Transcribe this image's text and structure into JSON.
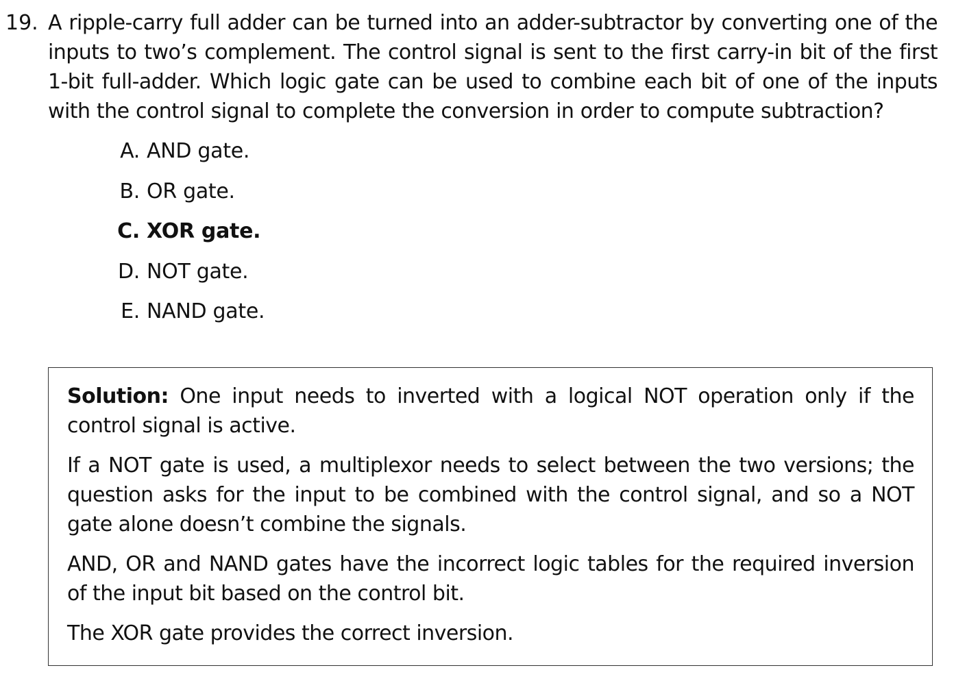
{
  "question": {
    "number": "19.",
    "text": "A ripple-carry full adder can be turned into an adder-subtractor by converting one of the inputs to two’s complement. The control signal is sent to the first carry-in bit of the first 1-bit full-adder. Which logic gate can be used to combine each bit of one of the inputs with the control signal to complete the conversion in order to compute subtraction?",
    "options": [
      {
        "letter": "A.",
        "text": "AND gate."
      },
      {
        "letter": "B.",
        "text": "OR gate."
      },
      {
        "letter": "C.",
        "text": "XOR gate."
      },
      {
        "letter": "D.",
        "text": "NOT gate."
      },
      {
        "letter": "E.",
        "text": "NAND gate."
      }
    ]
  },
  "solution": {
    "label": "Solution:",
    "paragraphs": [
      "One input needs to inverted with a logical NOT operation only if the control signal is active.",
      "If a NOT gate is used, a multiplexor needs to select between the two versions; the question asks for the input to be combined with the control signal, and so a NOT gate alone doesn’t combine the signals.",
      "AND, OR and NAND gates have the incorrect logic tables for the required inversion of the input bit based on the control bit.",
      "The XOR gate provides the correct inversion."
    ]
  }
}
